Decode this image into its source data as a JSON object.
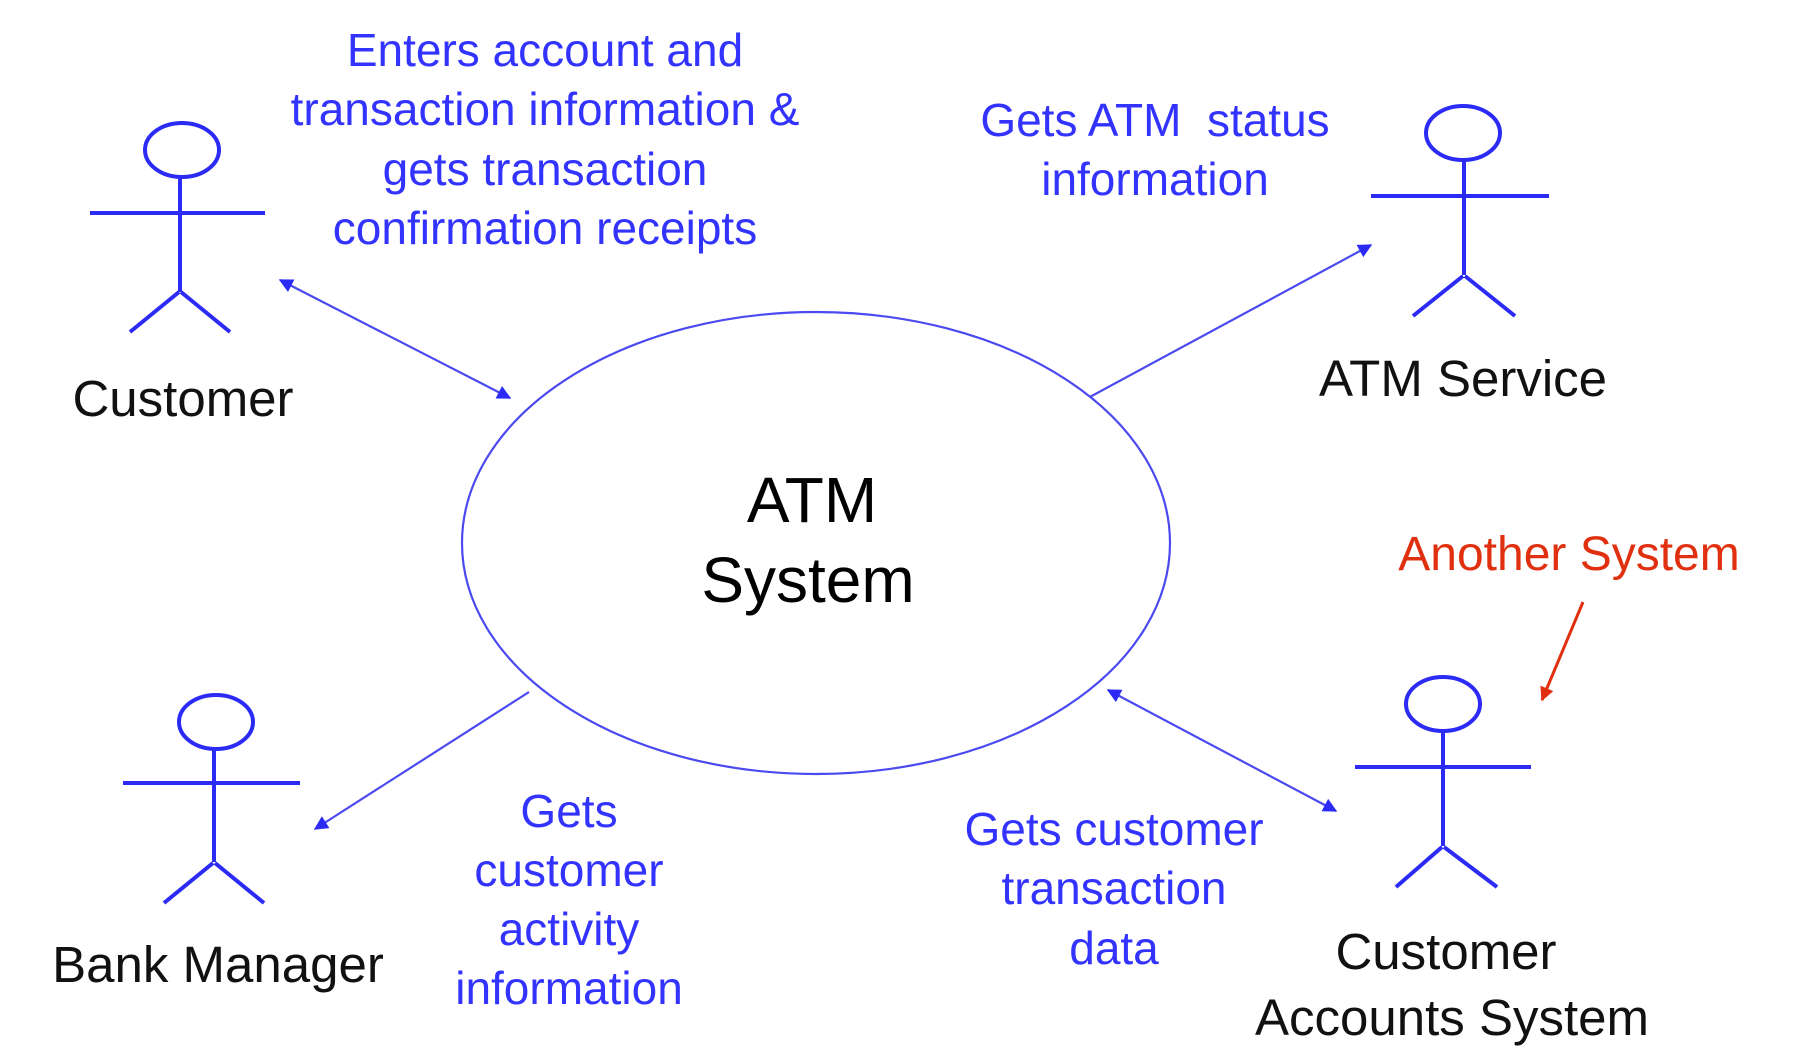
{
  "diagram": {
    "type": "use-case context diagram",
    "system": {
      "lines": [
        "ATM",
        "System"
      ]
    },
    "actors": [
      {
        "id": "customer",
        "label_lines": [
          "Customer"
        ]
      },
      {
        "id": "atm-service",
        "label_lines": [
          "ATM Service"
        ]
      },
      {
        "id": "bank-manager",
        "label_lines": [
          "Bank Manager"
        ]
      },
      {
        "id": "customer-accounts-system",
        "label_lines": [
          "Customer",
          "Accounts System"
        ]
      }
    ],
    "associations": [
      {
        "actor": "customer",
        "direction": "bidirectional",
        "label_lines": [
          "Enters account and",
          "transaction information &",
          "gets transaction",
          "confirmation receipts"
        ]
      },
      {
        "actor": "atm-service",
        "direction": "system-to-actor",
        "label_lines": [
          "Gets ATM  status",
          "information"
        ]
      },
      {
        "actor": "bank-manager",
        "direction": "system-to-actor",
        "label_lines": [
          "Gets",
          "customer",
          "activity",
          "information"
        ]
      },
      {
        "actor": "customer-accounts-system",
        "direction": "bidirectional",
        "label_lines": [
          "Gets customer",
          "transaction",
          "data"
        ]
      }
    ],
    "annotation": {
      "text": "Another System",
      "points_to": "customer-accounts-system",
      "color": "#e0300f"
    },
    "colors": {
      "association_text": "#3333ff",
      "actor_stroke": "#2b2bf5",
      "label_text": "#111111"
    }
  }
}
